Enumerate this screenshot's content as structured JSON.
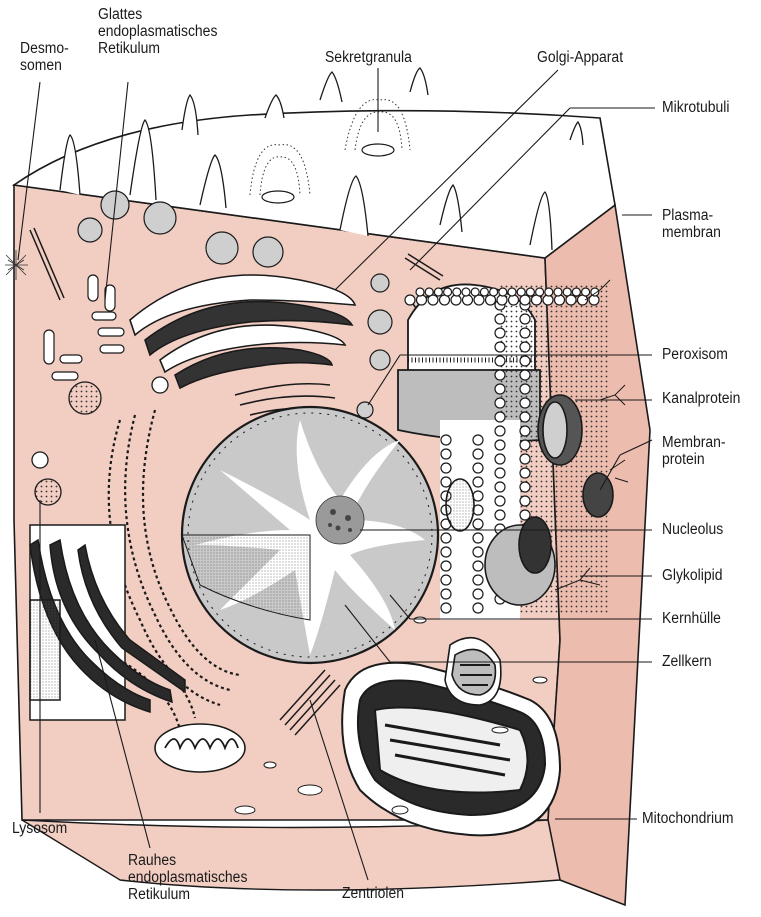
{
  "diagram": {
    "colors": {
      "cytoplasm": "#f1cdc2",
      "cytoplasm_shade": "#e6b3a6",
      "membrane_side": "#ecbcae",
      "top_surface": "#ffffff",
      "nucleus": "#c9c9c9",
      "outline": "#1a1a1a"
    },
    "labels": {
      "desmosomen": "Desmo-\nsomen",
      "glattes_er": "Glattes\nendoplasmatisches\nRetikulum",
      "sekretgranula": "Sekretgranula",
      "golgi": "Golgi-Apparat",
      "mikrotubuli": "Mikrotubuli",
      "plasmamembran": "Plasma-\nmembran",
      "peroxisom": "Peroxisom",
      "kanalprotein": "Kanalprotein",
      "membranprotein": "Membran-\nprotein",
      "nucleolus": "Nucleolus",
      "glykolipid": "Glykolipid",
      "kernhuelle": "Kernhülle",
      "zellkern": "Zellkern",
      "mitochondrium": "Mitochondrium",
      "lysosom": "Lysosom",
      "rauhes_er": "Rauhes\nendoplasmatisches\nRetikulum",
      "zentriolen": "Zentriolen"
    }
  }
}
